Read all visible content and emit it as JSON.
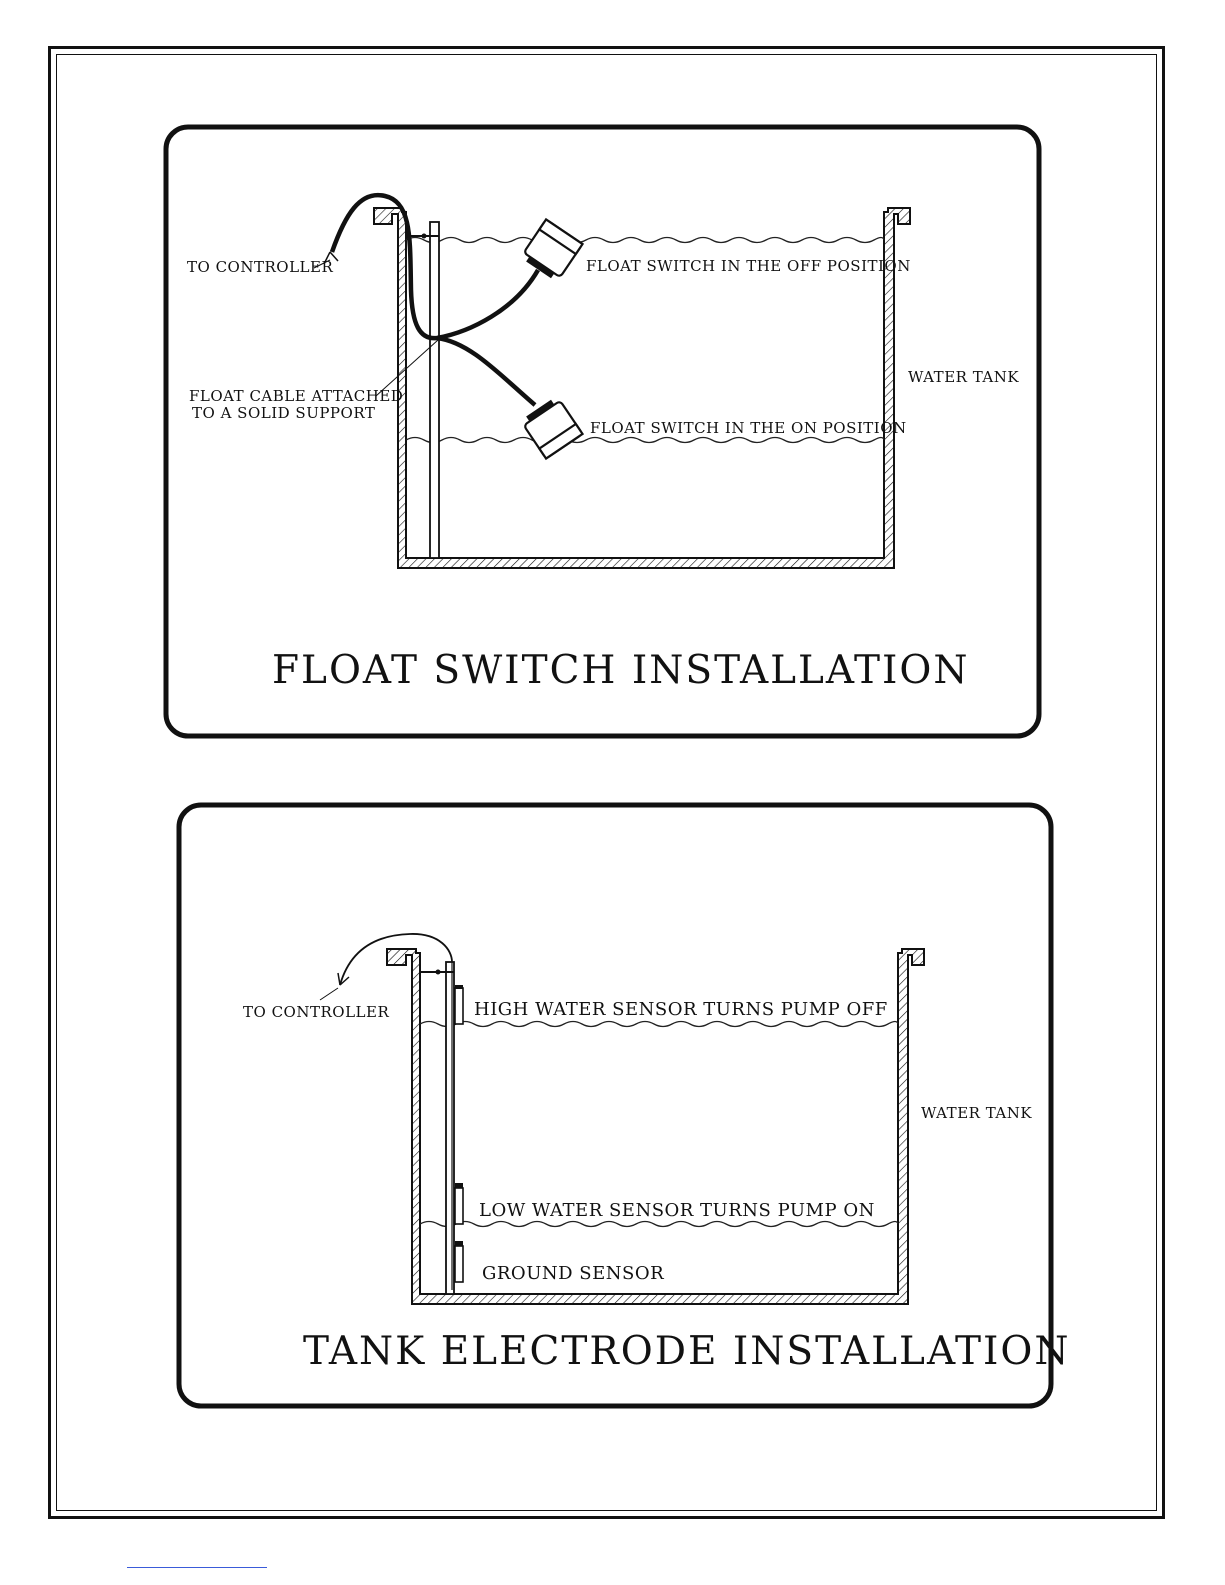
{
  "panel1": {
    "title": "FLOAT SWITCH INSTALLATION",
    "labels": {
      "to_controller": "TO CONTROLLER",
      "float_off": "FLOAT SWITCH IN THE OFF POSITION",
      "water_tank": "WATER TANK",
      "cable_line1": "FLOAT CABLE ATTACHED",
      "cable_line2": "TO A SOLID SUPPORT",
      "float_on": "FLOAT SWITCH IN THE ON POSITION"
    }
  },
  "panel2": {
    "title": "TANK ELECTRODE INSTALLATION",
    "labels": {
      "to_controller": "TO CONTROLLER",
      "high_sensor": "HIGH WATER SENSOR TURNS PUMP OFF",
      "water_tank": "WATER TANK",
      "low_sensor": "LOW WATER SENSOR TURNS PUMP ON",
      "ground_sensor": "GROUND SENSOR"
    }
  },
  "colors": {
    "ink": "#111111",
    "paper": "#ffffff",
    "link": "#3a5bd9"
  }
}
